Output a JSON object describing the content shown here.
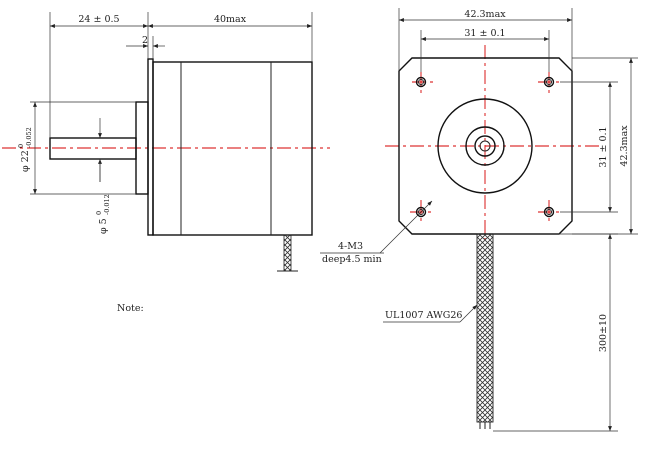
{
  "dims": {
    "shaft_len": "24 ± 0.5",
    "flange_thk": "2",
    "body_len": "40max",
    "dia_pilot": "φ 22",
    "dia_pilot_tol": "0",
    "dia_pilot_tol2": "-0.052",
    "dia_shaft": "φ 5",
    "dia_shaft_tol": "0",
    "dia_shaft_tol2": "-0.012",
    "width_top": "42.3max",
    "hole_spacing_top": "31 ± 0.1",
    "hole_spacing_side": "31 ± 0.1",
    "height_side": "42.3max",
    "cable_len": "300±10"
  },
  "labels": {
    "holes_line1": "4-M3",
    "holes_line2": "deep4.5 min",
    "cable_spec": "UL1007 AWG26",
    "note": "Note:"
  }
}
